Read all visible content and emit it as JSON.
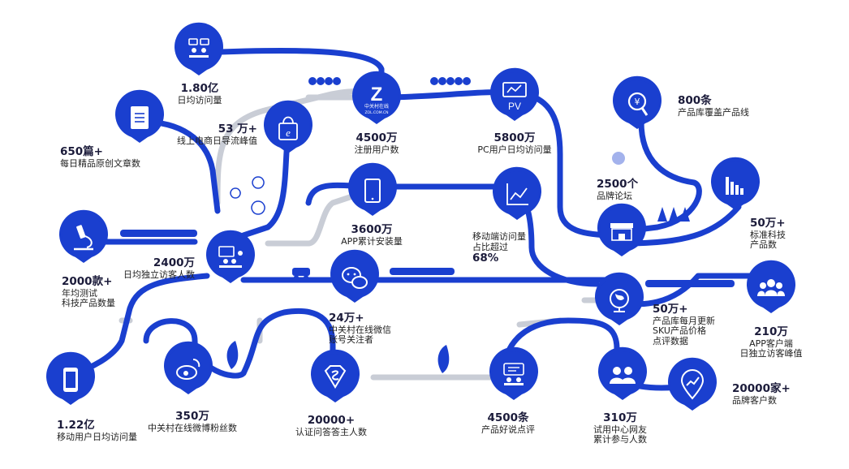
{
  "colors": {
    "primary": "#1a3fcf",
    "road": "#1a3fcf",
    "road_light": "#c9cdd6",
    "text": "#1b1b3a"
  },
  "stats": [
    {
      "id": "daily-visits",
      "icon": "meeting-icon",
      "value": "1.80亿",
      "desc": [
        "日均访问量"
      ]
    },
    {
      "id": "zol-registered",
      "icon": "zol-logo-icon",
      "logo_text": [
        "中关村在线",
        "ZOL.COM.CN"
      ],
      "value": "4500万",
      "desc": [
        "注册用户数"
      ]
    },
    {
      "id": "pc-pv",
      "icon": "pv-monitor-icon",
      "icon_text": "PV",
      "value": "5800万",
      "desc": [
        "PC用户日均访问量"
      ]
    },
    {
      "id": "ecommerce-peak",
      "icon": "shopping-bag-icon",
      "value": "53 万+",
      "desc": [
        "线上电商日导流峰值"
      ]
    },
    {
      "id": "daily-articles",
      "icon": "document-icon",
      "value": "650篇+",
      "desc": [
        "每日精品原创文章数"
      ]
    },
    {
      "id": "product-lines",
      "icon": "search-money-icon",
      "value": "800条",
      "desc": [
        "产品库覆盖产品线"
      ]
    },
    {
      "id": "brand-forum",
      "icon": "store-icon",
      "value": "2500个",
      "desc": [
        "品牌论坛"
      ]
    },
    {
      "id": "app-installs",
      "icon": "tablet-icon",
      "value": "3600万",
      "desc": [
        "APP累计安装量"
      ]
    },
    {
      "id": "mobile-share",
      "icon": "trend-chart-icon",
      "value": "68%",
      "desc": [
        "移动端访问量",
        "占比超过"
      ]
    },
    {
      "id": "standard-products",
      "icon": "bar-chart-icon",
      "value": "50万+",
      "desc": [
        "标准科技",
        "产品数"
      ]
    },
    {
      "id": "test-products",
      "icon": "microscope-icon",
      "value": "2000款+",
      "desc": [
        "年均测试",
        "科技产品数量"
      ]
    },
    {
      "id": "unique-visitors",
      "icon": "audience-icon",
      "value": "2400万",
      "desc": [
        "日均独立访客人数"
      ]
    },
    {
      "id": "wechat-followers",
      "icon": "wechat-icon",
      "value": "24万+",
      "desc": [
        "中关村在线微信",
        "账号关注者"
      ]
    },
    {
      "id": "sku-reviews",
      "icon": "globe-icon",
      "value": "50万+",
      "desc": [
        "产品库每月更新",
        "SKU产品价格",
        "点评数据"
      ]
    },
    {
      "id": "app-daily-uv",
      "icon": "group-icon",
      "value": "210万",
      "desc": [
        "APP客户端",
        "日独立访客峰值"
      ]
    },
    {
      "id": "mobile-daily",
      "icon": "smartphone-icon",
      "value": "1.22亿",
      "desc": [
        "移动用户日均访问量"
      ]
    },
    {
      "id": "weibo-fans",
      "icon": "weibo-icon",
      "value": "350万",
      "desc": [
        "中关村在线微博粉丝数"
      ]
    },
    {
      "id": "qa-experts",
      "icon": "superman-icon",
      "value": "20000+",
      "desc": [
        "认证问答答主人数"
      ]
    },
    {
      "id": "product-reviews",
      "icon": "review-chat-icon",
      "value": "4500条",
      "desc": [
        "产品好说点评"
      ]
    },
    {
      "id": "trial-participants",
      "icon": "users-icon",
      "value": "310万",
      "desc": [
        "试用中心网友",
        "累计参与人数"
      ]
    },
    {
      "id": "brand-clients",
      "icon": "location-trend-icon",
      "value": "20000家+",
      "desc": [
        "品牌客户数"
      ]
    }
  ]
}
